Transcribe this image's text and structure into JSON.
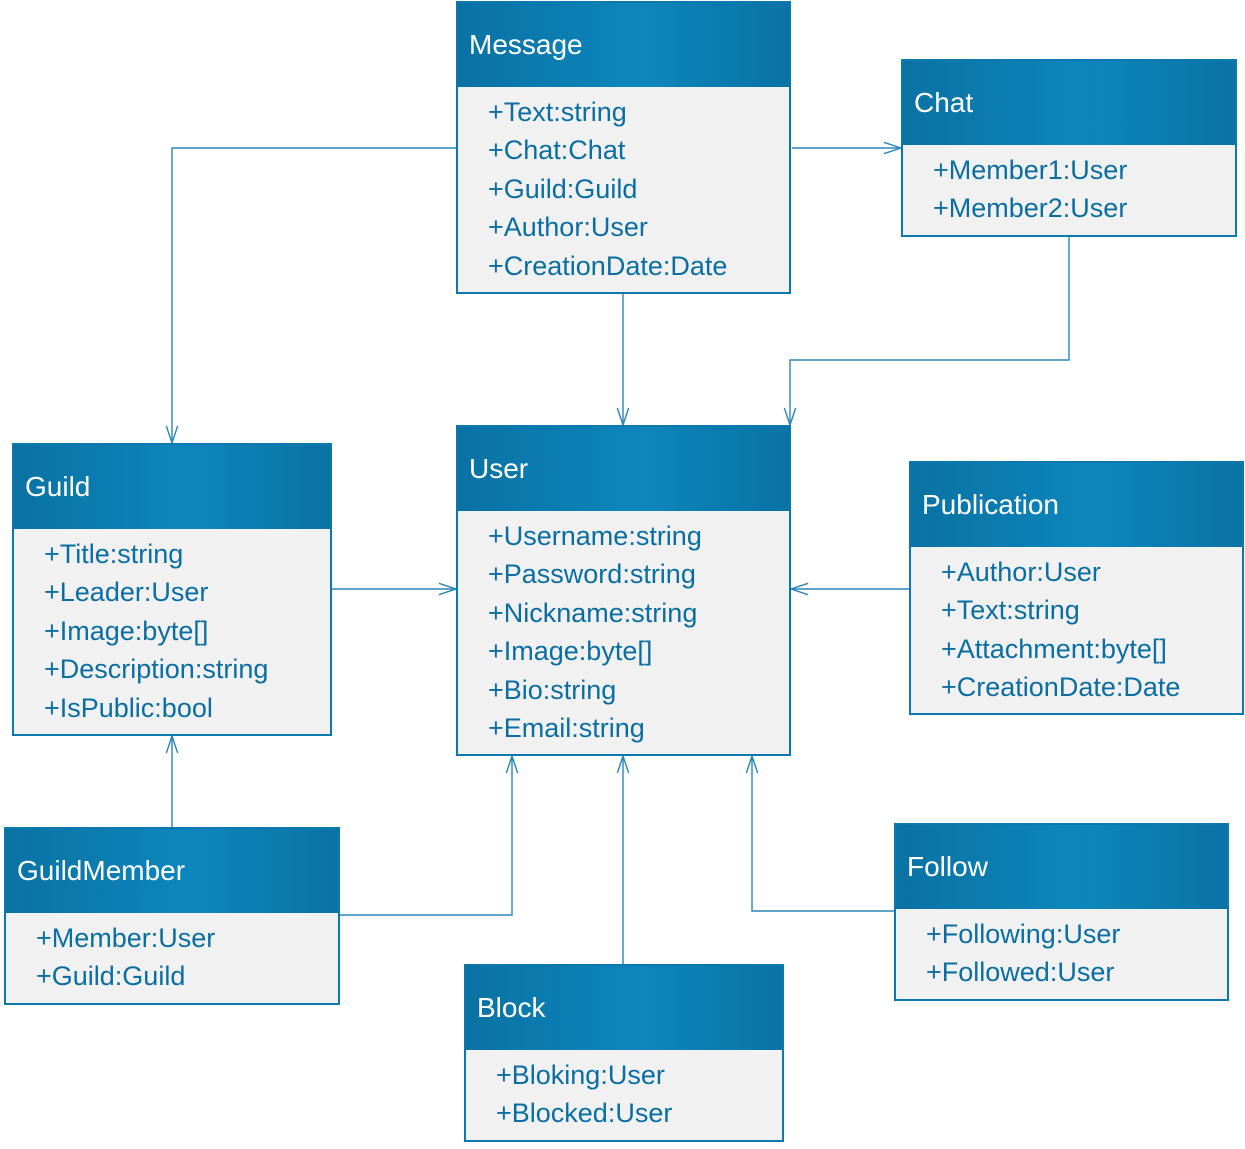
{
  "classes": [
    {
      "id": "message",
      "name": "Message",
      "attributes": [
        "+Text:string",
        "+Chat:Chat",
        "+Guild:Guild",
        "+Author:User",
        "+CreationDate:Date"
      ]
    },
    {
      "id": "chat",
      "name": "Chat",
      "attributes": [
        "+Member1:User",
        "+Member2:User"
      ]
    },
    {
      "id": "guild",
      "name": "Guild",
      "attributes": [
        "+Title:string",
        "+Leader:User",
        "+Image:byte[]",
        "+Description:string",
        "+IsPublic:bool"
      ]
    },
    {
      "id": "user",
      "name": "User",
      "attributes": [
        "+Username:string",
        "+Password:string",
        "+Nickname:string",
        "+Image:byte[]",
        "+Bio:string",
        "+Email:string"
      ]
    },
    {
      "id": "publication",
      "name": "Publication",
      "attributes": [
        "+Author:User",
        "+Text:string",
        "+Attachment:byte[]",
        "+CreationDate:Date"
      ]
    },
    {
      "id": "guildmember",
      "name": "GuildMember",
      "attributes": [
        "+Member:User",
        "+Guild:Guild"
      ]
    },
    {
      "id": "follow",
      "name": "Follow",
      "attributes": [
        "+Following:User",
        "+Followed:User"
      ]
    },
    {
      "id": "block",
      "name": "Block",
      "attributes": [
        "+Bloking:User",
        "+Blocked:User"
      ]
    }
  ],
  "associations": [
    {
      "from": "message",
      "to": "chat"
    },
    {
      "from": "message",
      "to": "guild"
    },
    {
      "from": "message",
      "to": "user"
    },
    {
      "from": "chat",
      "to": "user"
    },
    {
      "from": "guild",
      "to": "user"
    },
    {
      "from": "publication",
      "to": "user"
    },
    {
      "from": "guildmember",
      "to": "guild"
    },
    {
      "from": "guildmember",
      "to": "user"
    },
    {
      "from": "block",
      "to": "user"
    },
    {
      "from": "follow",
      "to": "user"
    }
  ],
  "colors": {
    "header": "#0b7db3",
    "body": "#f1f1f1",
    "border": "#0b79ad",
    "attribute_text": "#0a6ea3",
    "connector": "#2a86b8"
  }
}
